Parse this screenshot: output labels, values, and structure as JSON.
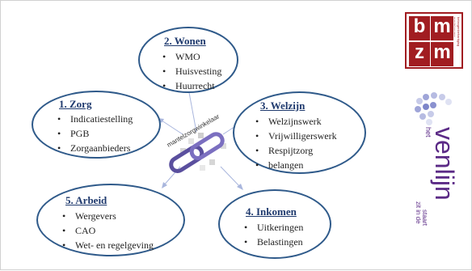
{
  "diagram": {
    "center_label": "mantelzorgwinkelaar",
    "nodes": [
      {
        "id": "zorg",
        "title": "1. Zorg",
        "items": [
          "Indicatiestelling",
          "PGB",
          "Zorgaanbieders"
        ]
      },
      {
        "id": "wonen",
        "title": "2. Wonen",
        "items": [
          "WMO",
          "Huisvesting",
          "Huurrecht"
        ]
      },
      {
        "id": "welzijn",
        "title": "3. Welzijn",
        "items": [
          "Welzijnswerk",
          "Vrijwilligerswerk",
          "Respijtzorg",
          "belangen"
        ]
      },
      {
        "id": "inkomen",
        "title": "4. Inkomen",
        "items": [
          "Uitkeringen",
          "Belastingen"
        ]
      },
      {
        "id": "arbeid",
        "title": "5. Arbeid",
        "items": [
          "Wergevers",
          "CAO",
          "Wet- en regelgeving"
        ]
      }
    ]
  },
  "logos": {
    "bmzm": {
      "letters": [
        "b",
        "m",
        "z",
        "m"
      ],
      "tagline": "belangenbehartiging mantelzorgers",
      "color": "#a11d21"
    },
    "venlijn": {
      "brand": "venlijn",
      "prefix": "het",
      "tagline_line1": "zit in de",
      "tagline_line2": "staart",
      "color": "#5b2a86"
    }
  },
  "colors": {
    "ellipse_border": "#2f5a8a",
    "title": "#1f3a6e",
    "connector": "#a9b6dd"
  }
}
